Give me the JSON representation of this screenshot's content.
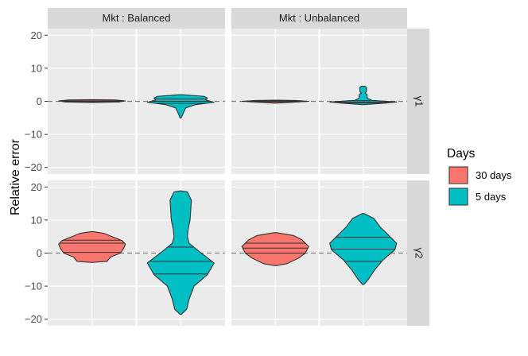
{
  "chart_data": {
    "type": "violin",
    "ylabel": "Relative error",
    "ylim": [
      -22,
      22
    ],
    "yticks": [
      -20,
      -10,
      0,
      10,
      20
    ],
    "reference_line": 0,
    "grid": true,
    "legend": {
      "title": "Days",
      "placement": "right",
      "entries": [
        {
          "label": "30 days",
          "color": "#F8766D"
        },
        {
          "label": "5 days",
          "color": "#00BFC4"
        }
      ]
    },
    "columns": [
      "Mkt : Balanced",
      "Mkt : Unbalanced"
    ],
    "rows": [
      "γ1",
      "γ2"
    ],
    "panels": [
      {
        "column": "Mkt : Balanced",
        "row": "γ1",
        "violins": [
          {
            "group": "30 days",
            "color": "#F8766D",
            "profile": [
              [
                -0.35,
                0.02
              ],
              [
                -0.2,
                0.8
              ],
              [
                0.1,
                1.0
              ],
              [
                0.4,
                0.7
              ],
              [
                0.5,
                0.05
              ]
            ],
            "quantiles": [
              -0.15,
              0.0,
              0.15
            ]
          },
          {
            "group": "5 days",
            "color": "#00BFC4",
            "profile": [
              [
                -5.0,
                0.02
              ],
              [
                -3.5,
                0.08
              ],
              [
                -2.0,
                0.15
              ],
              [
                -1.0,
                0.45
              ],
              [
                -0.3,
                1.0
              ],
              [
                0.4,
                0.75
              ],
              [
                1.0,
                0.8
              ],
              [
                1.5,
                0.7
              ],
              [
                2.0,
                0.05
              ]
            ],
            "quantiles": [
              -0.6,
              0.0,
              0.7
            ]
          }
        ]
      },
      {
        "column": "Mkt : Unbalanced",
        "row": "γ1",
        "violins": [
          {
            "group": "30 days",
            "color": "#F8766D",
            "profile": [
              [
                -0.55,
                0.02
              ],
              [
                -0.3,
                0.5
              ],
              [
                0.0,
                1.0
              ],
              [
                0.25,
                0.6
              ],
              [
                0.35,
                0.05
              ]
            ],
            "quantiles": [
              -0.15,
              0.0,
              0.12
            ]
          },
          {
            "group": "5 days",
            "color": "#00BFC4",
            "profile": [
              [
                -1.0,
                0.02
              ],
              [
                -0.6,
                0.6
              ],
              [
                -0.2,
                1.0
              ],
              [
                0.3,
                0.25
              ],
              [
                1.0,
                0.12
              ],
              [
                2.0,
                0.12
              ],
              [
                2.5,
                0.06
              ],
              [
                3.0,
                0.1
              ],
              [
                3.7,
                0.1
              ],
              [
                4.2,
                0.1
              ],
              [
                4.6,
                0.05
              ]
            ],
            "quantiles": [
              -0.5,
              -0.2,
              0.2
            ]
          }
        ]
      },
      {
        "column": "Mkt : Balanced",
        "row": "γ2",
        "violins": [
          {
            "group": "30 days",
            "color": "#F8766D",
            "profile": [
              [
                -2.8,
                0.02
              ],
              [
                -2.5,
                0.45
              ],
              [
                -1.2,
                0.55
              ],
              [
                0.0,
                0.85
              ],
              [
                1.5,
                0.95
              ],
              [
                2.7,
                1.0
              ],
              [
                3.8,
                0.9
              ],
              [
                5.0,
                0.6
              ],
              [
                6.0,
                0.35
              ],
              [
                6.5,
                0.02
              ]
            ],
            "quantiles": [
              0.2,
              3.0,
              3.9
            ]
          },
          {
            "group": "5 days",
            "color": "#00BFC4",
            "profile": [
              [
                -18.5,
                0.02
              ],
              [
                -17.0,
                0.18
              ],
              [
                -14.0,
                0.25
              ],
              [
                -10.0,
                0.4
              ],
              [
                -6.5,
                0.8
              ],
              [
                -3.0,
                1.0
              ],
              [
                0.5,
                0.55
              ],
              [
                3.0,
                0.25
              ],
              [
                5.0,
                0.2
              ],
              [
                7.0,
                0.22
              ],
              [
                10.0,
                0.28
              ],
              [
                13.0,
                0.3
              ],
              [
                16.0,
                0.32
              ],
              [
                18.5,
                0.2
              ],
              [
                18.8,
                0.02
              ]
            ],
            "quantiles": [
              -6.3,
              -2.5,
              1.8
            ]
          }
        ]
      },
      {
        "column": "Mkt : Unbalanced",
        "row": "γ2",
        "violins": [
          {
            "group": "30 days",
            "color": "#F8766D",
            "profile": [
              [
                -3.8,
                0.02
              ],
              [
                -3.2,
                0.35
              ],
              [
                -1.5,
                0.7
              ],
              [
                0.0,
                0.9
              ],
              [
                2.0,
                1.0
              ],
              [
                4.0,
                0.8
              ],
              [
                5.3,
                0.55
              ],
              [
                6.2,
                0.02
              ]
            ],
            "quantiles": [
              0.0,
              1.5,
              3.0
            ]
          },
          {
            "group": "5 days",
            "color": "#00BFC4",
            "profile": [
              [
                -9.5,
                0.02
              ],
              [
                -8.0,
                0.15
              ],
              [
                -5.0,
                0.35
              ],
              [
                -2.0,
                0.6
              ],
              [
                1.0,
                0.95
              ],
              [
                3.0,
                1.0
              ],
              [
                5.5,
                0.75
              ],
              [
                8.0,
                0.5
              ],
              [
                10.5,
                0.32
              ],
              [
                12.0,
                0.02
              ]
            ],
            "quantiles": [
              -2.5,
              1.2,
              4.8
            ]
          }
        ]
      }
    ]
  }
}
